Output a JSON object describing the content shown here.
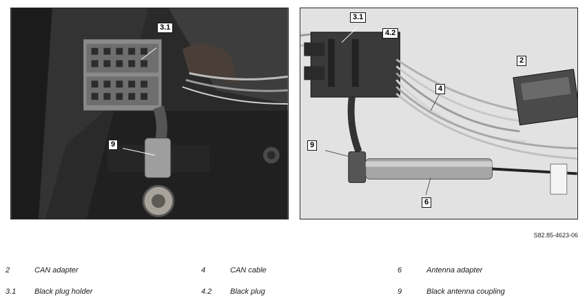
{
  "figure": {
    "callouts_left": [
      "3.1",
      "9"
    ],
    "callouts_right": [
      "3.1",
      "4.2",
      "2",
      "4",
      "9",
      "6"
    ],
    "reference": "S82.85-4623-06"
  },
  "legend": [
    {
      "num": "2",
      "text": "CAN adapter"
    },
    {
      "num": "4",
      "text": "CAN cable"
    },
    {
      "num": "6",
      "text": "Antenna adapter"
    },
    {
      "num": "3.1",
      "text": "Black plug holder"
    },
    {
      "num": "4.2",
      "text": "Black plug"
    },
    {
      "num": "9",
      "text": "Black antenna coupling"
    }
  ]
}
